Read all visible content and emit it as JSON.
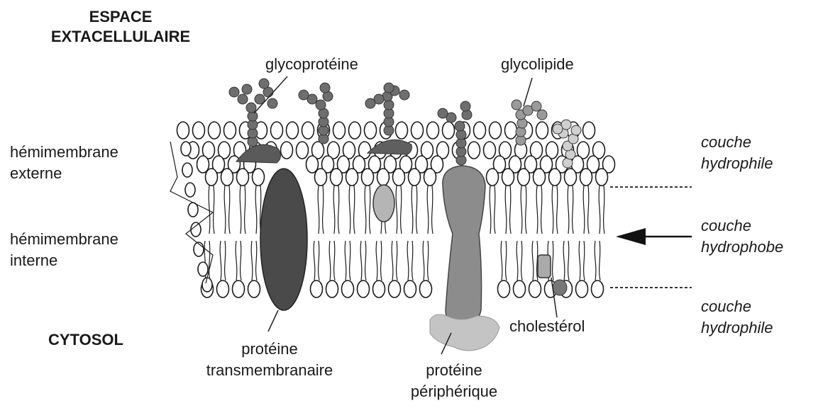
{
  "regions": {
    "extracellular": [
      "ESPACE",
      "EXTACELLULAIRE"
    ],
    "cytosol": "CYTOSOL"
  },
  "left_labels": {
    "outer_leaflet": [
      "hémimembrane",
      "externe"
    ],
    "inner_leaflet": [
      "hémimembrane",
      "interne"
    ]
  },
  "right_labels": {
    "top": [
      "couche",
      "hydrophile"
    ],
    "middle": [
      "couche",
      "hydrophobe"
    ],
    "bottom": [
      "couche",
      "hydrophile"
    ]
  },
  "component_labels": {
    "glycoprotein": "glycoprotéine",
    "glycolipid": "glycolipide",
    "cholesterol": "cholestérol",
    "transmembrane_protein": [
      "protéine",
      "transmembranaire"
    ],
    "peripheral_protein": [
      "protéine",
      "périphérique"
    ]
  },
  "colors": {
    "ink": "#1a1a1a",
    "dark_protein": "#4a4a4a",
    "mid_protein": "#8c8c8c",
    "light_protein": "#b8b8b8",
    "sugar": "#6e6e6e"
  }
}
